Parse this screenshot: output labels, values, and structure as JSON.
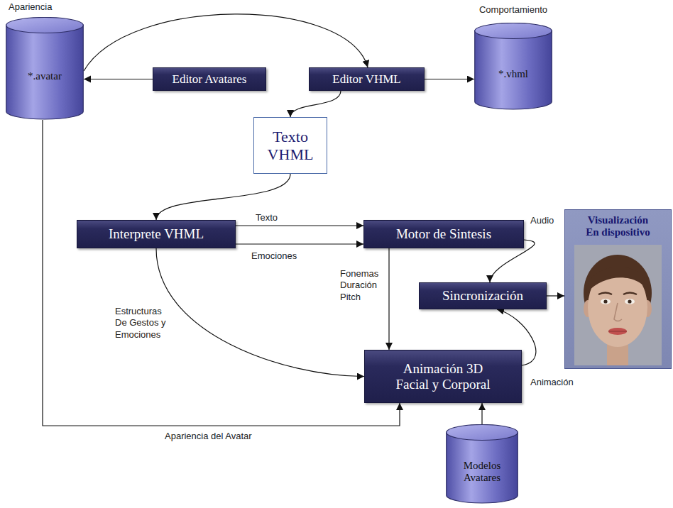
{
  "diagram": {
    "nodes": [
      {
        "text": [
          "Apariencia",
          "*.avatar"
        ]
      },
      {
        "text": [
          "Editor Avatares"
        ]
      },
      {
        "text": [
          "Editor VHML"
        ]
      },
      {
        "text": [
          "Comportamiento",
          "*.vhml"
        ]
      },
      {
        "text": [
          "Texto VHML"
        ]
      },
      {
        "text": [
          "Interprete VHML"
        ]
      },
      {
        "text": [
          "Motor de Sintesis"
        ]
      },
      {
        "text": [
          "Visualización En dispositivo"
        ]
      },
      {
        "text": [
          "Sincronización"
        ]
      },
      {
        "text": [
          "Animación 3D Facial y Corporal"
        ]
      },
      {
        "text": [
          "Modelos Avatares"
        ]
      }
    ],
    "edges": [
      {
        "from": 1,
        "to": 0,
        "arrow": "to"
      },
      {
        "from": 0,
        "to": 2,
        "arrow": "to"
      },
      {
        "from": 2,
        "to": 3,
        "arrow": "to"
      },
      {
        "from": 2,
        "to": 4,
        "arrow": "to"
      },
      {
        "from": 4,
        "to": 5,
        "arrow": "to"
      },
      {
        "from": 5,
        "to": 6,
        "label": "Texto",
        "arrow": "to"
      },
      {
        "from": 5,
        "to": 6,
        "label": "Emociones",
        "arrow": "to"
      },
      {
        "from": 5,
        "to": 9,
        "label": "Estructuras De Gestos y Emociones",
        "arrow": "to"
      },
      {
        "from": 6,
        "to": 9,
        "label": "Fonemas Duración Pitch",
        "arrow": "to"
      },
      {
        "from": 6,
        "to": 8,
        "label": "Audio",
        "arrow": "to"
      },
      {
        "from": 9,
        "to": 8,
        "label": "Animación",
        "arrow": "to"
      },
      {
        "from": 8,
        "to": 7,
        "arrow": "to"
      },
      {
        "from": 10,
        "to": 9,
        "arrow": "to"
      },
      {
        "from": 0,
        "to": 9,
        "label": "Apariencia del Avatar",
        "arrow": "to"
      }
    ]
  }
}
